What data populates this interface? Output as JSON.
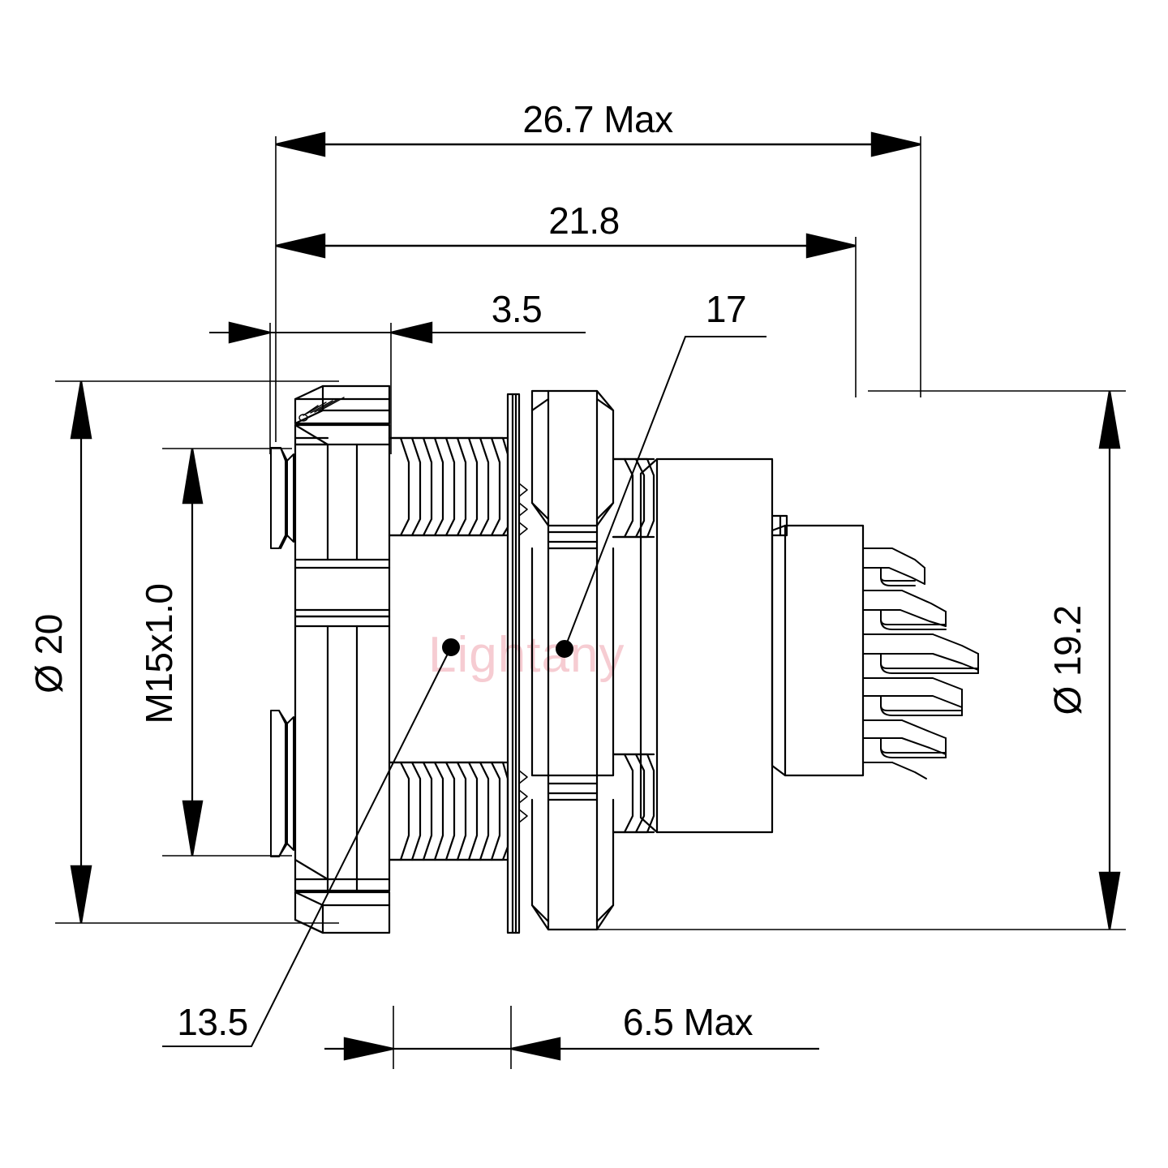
{
  "drawing": {
    "title": "M15x1.0 panel-mount circular connector outline drawing",
    "units": "mm",
    "line_color": "#000000",
    "background_color": "#ffffff",
    "watermark": {
      "text": "Lightany",
      "color": "#f6ccd2"
    }
  },
  "dimensions": {
    "overall_length": {
      "label": "26.7 Max",
      "value": 26.7,
      "qualifier": "Max",
      "orientation": "horizontal",
      "position": "top"
    },
    "body_length": {
      "label": "21.8",
      "value": 21.8,
      "qualifier": "",
      "orientation": "horizontal",
      "position": "top"
    },
    "cap_length": {
      "label": "3.5",
      "value": 3.5,
      "qualifier": "",
      "orientation": "horizontal",
      "position": "top"
    },
    "hex_across_flats": {
      "label": "17",
      "value": 17,
      "qualifier": "",
      "orientation": "leader",
      "position": "top-right"
    },
    "cap_diameter": {
      "label": "Ø 20",
      "value": 20,
      "symbol": "Ø",
      "orientation": "vertical",
      "position": "left"
    },
    "thread_spec": {
      "label": "M15x1.0",
      "value": "M15x1.0",
      "orientation": "vertical",
      "position": "left-inner"
    },
    "rear_diameter": {
      "label": "Ø 19.2",
      "value": 19.2,
      "symbol": "Ø",
      "orientation": "vertical",
      "position": "right"
    },
    "knurl_diameter": {
      "label": "13.5",
      "value": 13.5,
      "qualifier": "",
      "orientation": "leader",
      "position": "bottom-left"
    },
    "panel_thickness": {
      "label": "6.5 Max",
      "value": 6.5,
      "qualifier": "Max",
      "orientation": "horizontal",
      "position": "bottom"
    }
  }
}
